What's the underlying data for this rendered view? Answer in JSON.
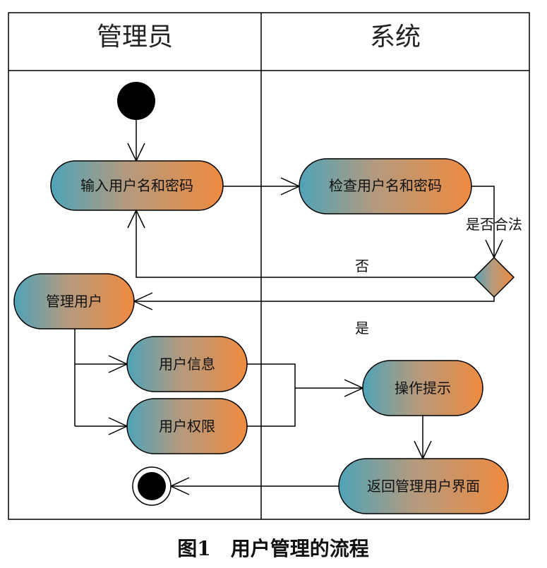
{
  "lanes": {
    "admin": "管理员",
    "system": "系统"
  },
  "nodes": {
    "input_credentials": "输入用户名和密码",
    "check_credentials": "检查用户名和密码",
    "manage_users": "管理用户",
    "user_info": "用户信息",
    "user_permissions": "用户权限",
    "operation_prompt": "操作提示",
    "return_to_manage": "返回管理用户界面"
  },
  "edges": {
    "is_valid": "是否合法",
    "no": "否",
    "yes": "是"
  },
  "caption": "图1　用户管理的流程",
  "colors": {
    "node_left": "#4fa3b8",
    "node_right": "#ef8a3f",
    "start_end": "#000000",
    "line": "#000000"
  }
}
